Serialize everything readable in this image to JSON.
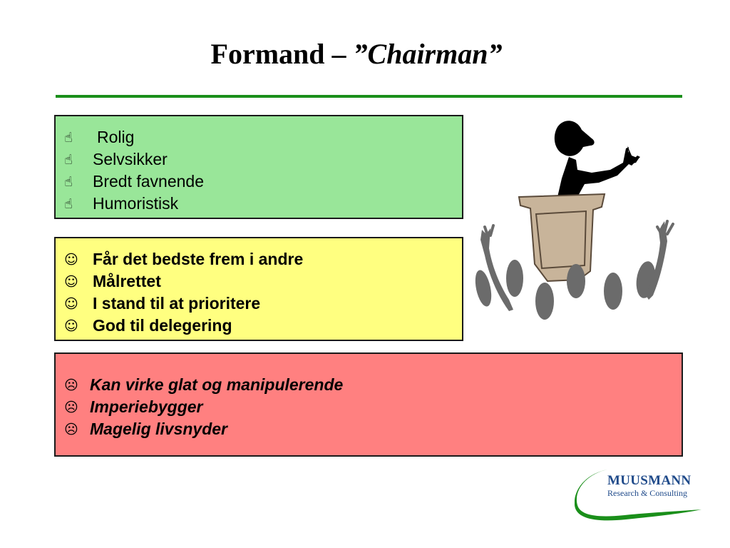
{
  "title": {
    "main": "Formand – ",
    "italic": "”Chairman”"
  },
  "strengths": {
    "symbol": "☝",
    "items": [
      "Rolig",
      "Selvsikker",
      "Bredt favnende",
      "Humoristisk"
    ]
  },
  "positives": {
    "symbol": "☺",
    "items": [
      "Får det bedste frem i andre",
      "Målrettet",
      "I stand til at prioritere",
      "God til delegering"
    ]
  },
  "negatives": {
    "symbol": "☹",
    "items": [
      "Kan virke glat og manipulerende",
      "Imperiebygger",
      "Magelig livsnyder"
    ]
  },
  "logo": {
    "name": "MUUSMANN",
    "subtitle": "Research & Consulting"
  },
  "colors": {
    "rule": "#1a8f1a",
    "strengths_box": "#99e699",
    "positives_box": "#ffff80",
    "negatives_box": "#ff8080",
    "logo_text": "#1f4a8a"
  }
}
